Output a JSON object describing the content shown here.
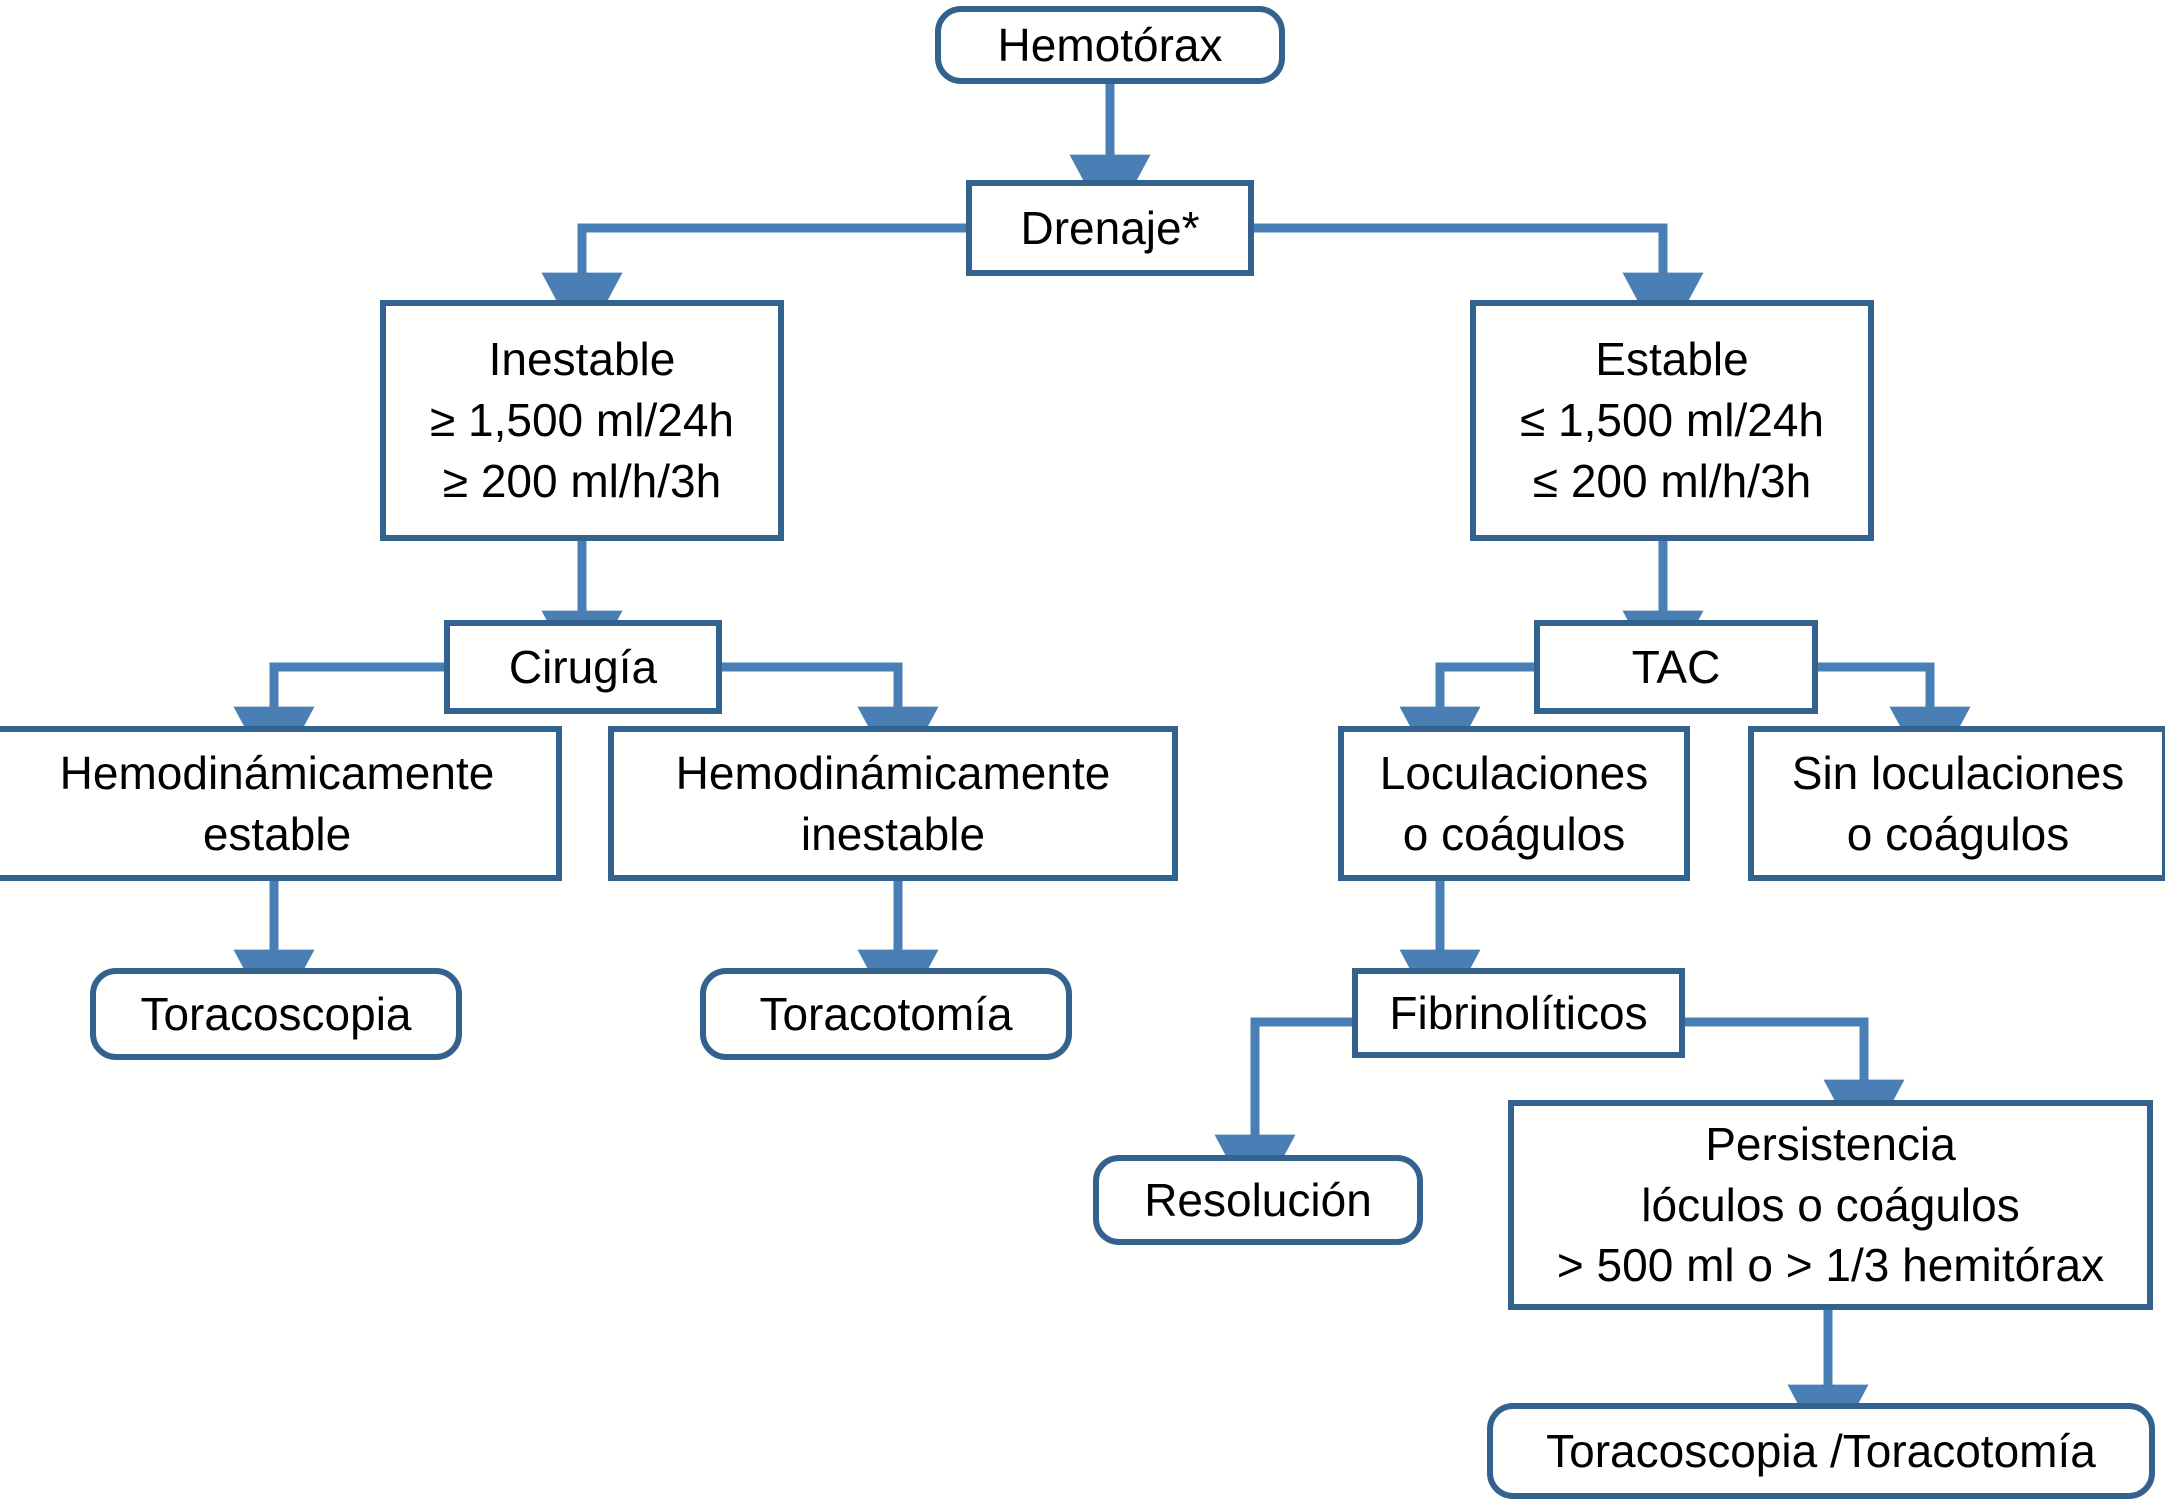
{
  "chart_data": {
    "type": "diagram",
    "title": "Hemotórax - algoritmo de manejo",
    "diagram_kind": "flowchart",
    "orientation": "top-down",
    "accent_color": "#34628f",
    "connector_color": "#4a7fb5",
    "background_color": "#ffffff",
    "text_color": "#000000",
    "nodes": [
      {
        "id": "hemotorax",
        "label": "Hemotórax",
        "shape": "rounded-rect",
        "lines": [
          "Hemotórax"
        ]
      },
      {
        "id": "drenaje",
        "label": "Drenaje*",
        "shape": "rect",
        "lines": [
          "Drenaje*"
        ]
      },
      {
        "id": "inestable",
        "label": "Inestable ≥ 1,500 ml/24h ≥ 200 ml/h/3h",
        "shape": "rect",
        "lines": [
          "Inestable",
          "≥ 1,500 ml/24h",
          "≥ 200 ml/h/3h"
        ]
      },
      {
        "id": "estable",
        "label": "Estable ≤ 1,500 ml/24h ≤ 200 ml/h/3h",
        "shape": "rect",
        "lines": [
          "Estable",
          "≤ 1,500 ml/24h",
          "≤ 200 ml/h/3h"
        ]
      },
      {
        "id": "cirugia",
        "label": "Cirugía",
        "shape": "rect",
        "lines": [
          "Cirugía"
        ]
      },
      {
        "id": "tac",
        "label": "TAC",
        "shape": "rect",
        "lines": [
          "TAC"
        ]
      },
      {
        "id": "hemo-estable",
        "label": "Hemodinámicamente estable",
        "shape": "rect",
        "lines": [
          "Hemodinámicamente",
          "estable"
        ]
      },
      {
        "id": "hemo-inestable",
        "label": "Hemodinámicamente inestable",
        "shape": "rect",
        "lines": [
          "Hemodinámicamente",
          "inestable"
        ]
      },
      {
        "id": "loculaciones",
        "label": "Loculaciones o coágulos",
        "shape": "rect",
        "lines": [
          "Loculaciones",
          "o coágulos"
        ]
      },
      {
        "id": "sin-loculaciones",
        "label": "Sin loculaciones o coágulos",
        "shape": "rect",
        "lines": [
          "Sin loculaciones",
          "o coágulos"
        ]
      },
      {
        "id": "toracoscopia",
        "label": "Toracoscopia",
        "shape": "rounded-rect",
        "lines": [
          "Toracoscopia"
        ]
      },
      {
        "id": "toracotomia",
        "label": "Toracotomía",
        "shape": "rounded-rect",
        "lines": [
          "Toracotomía"
        ]
      },
      {
        "id": "fibrinoliticos",
        "label": "Fibrinolíticos",
        "shape": "rect",
        "lines": [
          "Fibrinolíticos"
        ]
      },
      {
        "id": "resolucion",
        "label": "Resolución",
        "shape": "rounded-rect",
        "lines": [
          "Resolución"
        ]
      },
      {
        "id": "persistencia",
        "label": "Persistencia lóculos o coágulos > 500 ml o > 1/3 hemitórax",
        "shape": "rect",
        "lines": [
          "Persistencia",
          "lóculos o coágulos",
          "> 500 ml o > 1/3 hemitórax"
        ]
      },
      {
        "id": "torac-final",
        "label": "Toracoscopia /Toracotomía",
        "shape": "rounded-rect",
        "lines": [
          "Toracoscopia /Toracotomía"
        ]
      }
    ],
    "edges": [
      {
        "from": "hemotorax",
        "to": "drenaje"
      },
      {
        "from": "drenaje",
        "to": "inestable"
      },
      {
        "from": "drenaje",
        "to": "estable"
      },
      {
        "from": "inestable",
        "to": "cirugia"
      },
      {
        "from": "estable",
        "to": "tac"
      },
      {
        "from": "cirugia",
        "to": "hemo-estable"
      },
      {
        "from": "cirugia",
        "to": "hemo-inestable"
      },
      {
        "from": "tac",
        "to": "loculaciones"
      },
      {
        "from": "tac",
        "to": "sin-loculaciones"
      },
      {
        "from": "hemo-estable",
        "to": "toracoscopia"
      },
      {
        "from": "hemo-inestable",
        "to": "toracotomia"
      },
      {
        "from": "loculaciones",
        "to": "fibrinoliticos"
      },
      {
        "from": "fibrinoliticos",
        "to": "resolucion"
      },
      {
        "from": "fibrinoliticos",
        "to": "persistencia"
      },
      {
        "from": "persistencia",
        "to": "torac-final"
      }
    ]
  },
  "nodes": {
    "hemotorax": {
      "l1": "Hemotórax"
    },
    "drenaje": {
      "l1": "Drenaje*"
    },
    "inestable": {
      "l1": "Inestable",
      "l2": "≥ 1,500 ml/24h",
      "l3": "≥ 200 ml/h/3h"
    },
    "estable": {
      "l1": "Estable",
      "l2": "≤ 1,500 ml/24h",
      "l3": "≤ 200 ml/h/3h"
    },
    "cirugia": {
      "l1": "Cirugía"
    },
    "tac": {
      "l1": "TAC"
    },
    "hemo_estable": {
      "l1": "Hemodinámicamente",
      "l2": "estable"
    },
    "hemo_inestable": {
      "l1": "Hemodinámicamente",
      "l2": "inestable"
    },
    "loculaciones": {
      "l1": "Loculaciones",
      "l2": "o coágulos"
    },
    "sin_loculaciones": {
      "l1": "Sin loculaciones",
      "l2": "o coágulos"
    },
    "toracoscopia": {
      "l1": "Toracoscopia"
    },
    "toracotomia": {
      "l1": "Toracotomía"
    },
    "fibrinoliticos": {
      "l1": "Fibrinolíticos"
    },
    "resolucion": {
      "l1": "Resolución"
    },
    "persistencia": {
      "l1": "Persistencia",
      "l2": "lóculos o coágulos",
      "l3": "> 500 ml o > 1/3 hemitórax"
    },
    "torac_final": {
      "l1": "Toracoscopia /Toracotomía"
    }
  }
}
